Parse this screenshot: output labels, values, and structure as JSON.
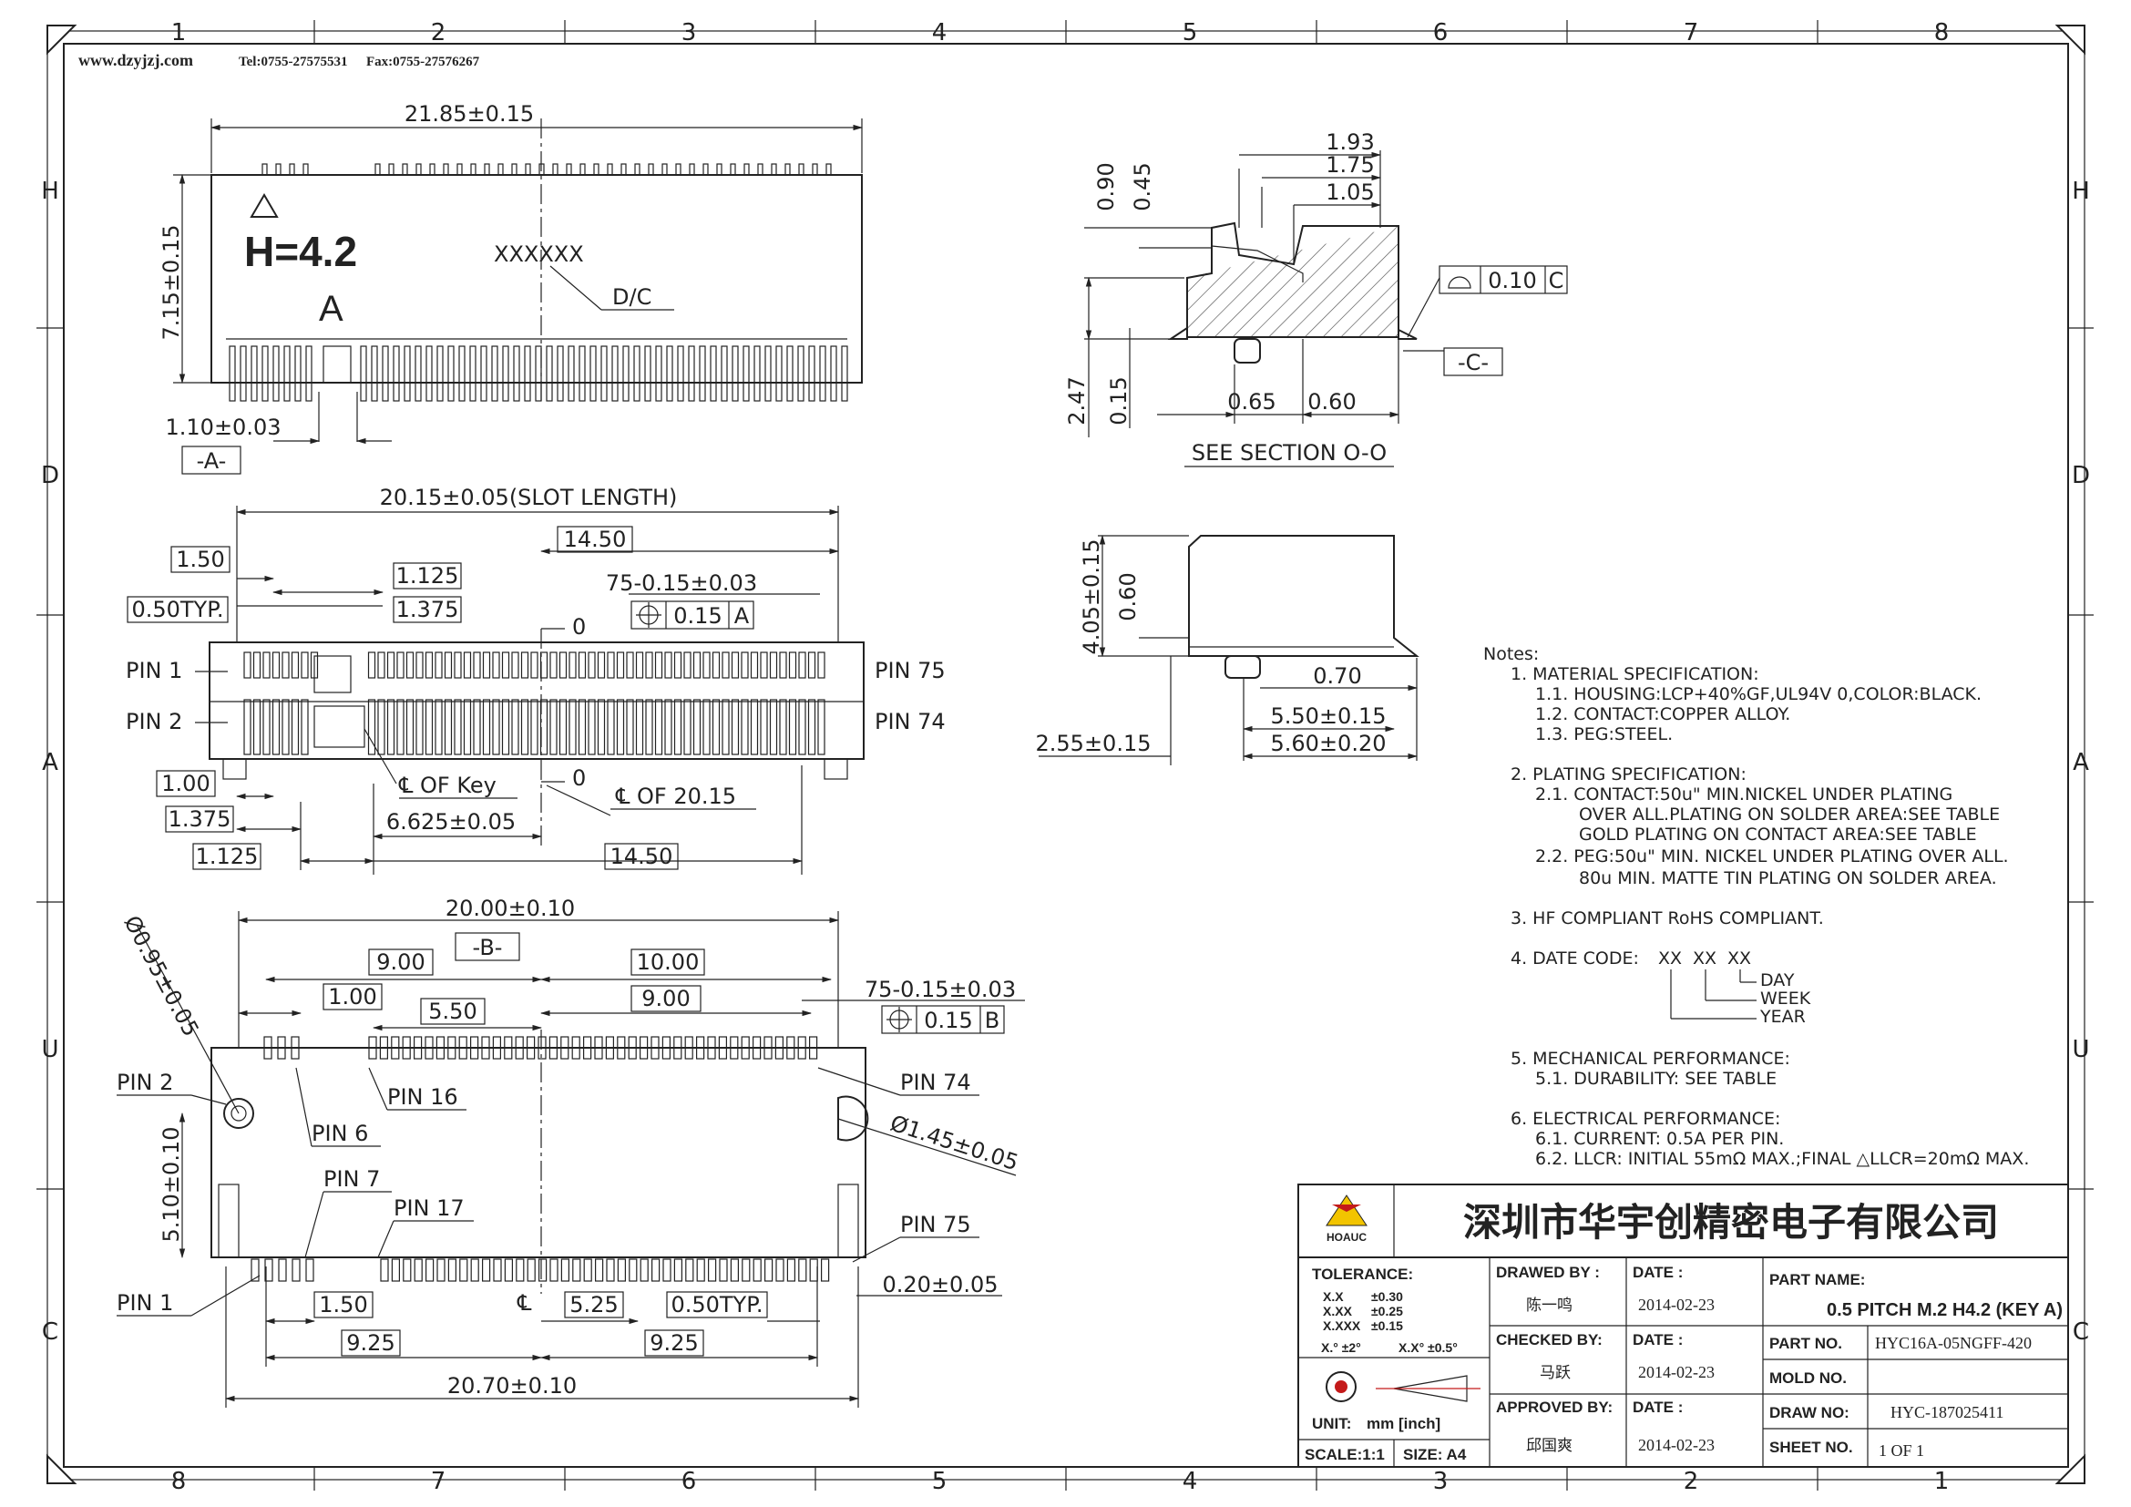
{
  "header": {
    "website": "www.dzyjzj.com",
    "tel": "Tel:0755-27575531",
    "fax": "Fax:0755-27576267"
  },
  "border": {
    "top_numbers": [
      "1",
      "2",
      "3",
      "4",
      "5",
      "6",
      "7",
      "8"
    ],
    "bottom_numbers": [
      "8",
      "7",
      "6",
      "5",
      "4",
      "3",
      "2",
      "1"
    ],
    "side_letters": [
      "H",
      "D",
      "A",
      "U",
      "C"
    ]
  },
  "view_top": {
    "width_dim": "21.85±0.15",
    "height_dim": "7.15±0.15",
    "height_marking": "H=4.2",
    "key_letter": "A",
    "mark_code": "XXXXXX",
    "date_code_label": "D/C",
    "offset_dim": "1.10±0.03",
    "datum": "-A-"
  },
  "view_front": {
    "slot_length": "20.15±0.05(SLOT LENGTH)",
    "d_14_50_top": "14.50",
    "d_1_50": "1.50",
    "d_1_125": "1.125",
    "d_0_50typ": "0.50TYP.",
    "d_1_375": "1.375",
    "pitch_dim": "75-0.15±0.03",
    "position_tol": "0.15",
    "position_datum": "A",
    "zero_top": "0",
    "pin1": "PIN  1",
    "pin2": "PIN  2",
    "pin75": "PIN  75",
    "pin74": "PIN  74",
    "key_center": "℄  OF  Key",
    "zero_bottom": "0",
    "slot_center": "℄  OF  20.15",
    "d_1_00": "1.00",
    "d_1_375_b": "1.375",
    "d_6_625": "6.625±0.05",
    "d_1_125_b": "1.125",
    "d_14_50_bottom": "14.50"
  },
  "view_section": {
    "d_1_93": "1.93",
    "d_1_75": "1.75",
    "d_1_05": "1.05",
    "d_0_90": "0.90",
    "d_0_45": "0.45",
    "flatness": "0.10",
    "flatness_datum": "C",
    "datum": "-C-",
    "d_2_47": "2.47",
    "d_0_15": "0.15",
    "d_0_65": "0.65",
    "d_0_60": "0.60",
    "section_label": "SEE  SECTION  O-O"
  },
  "view_side": {
    "d_4_05": "4.05±0.15",
    "d_0_60": "0.60",
    "d_0_70": "0.70",
    "d_5_50": "5.50±0.15",
    "d_2_55": "2.55±0.15",
    "d_5_60": "5.60±0.20"
  },
  "view_bottom": {
    "width_dim": "20.00±0.10",
    "datum": "-B-",
    "d_9_00_a": "9.00",
    "d_10_00": "10.00",
    "d_1_00": "1.00",
    "d_5_50": "5.50",
    "d_9_00_b": "9.00",
    "pitch_dim": "75-0.15±0.03",
    "position_tol": "0.15",
    "position_datum": "B",
    "hole_small": "Ø0.95±0.05",
    "hole_large": "Ø1.45±0.05",
    "pin2": "PIN  2",
    "pin16": "PIN  16",
    "pin6": "PIN  6",
    "pin74": "PIN  74",
    "pin7": "PIN  7",
    "pin17": "PIN  17",
    "pin75": "PIN  75",
    "pin1": "PIN  1",
    "d_5_10": "5.10±0.10",
    "d_1_50": "1.50",
    "center": "℄",
    "d_5_25": "5.25",
    "d_0_50typ": "0.50TYP.",
    "d_0_20": "0.20±0.05",
    "d_9_25_a": "9.25",
    "d_9_25_b": "9.25",
    "d_20_70": "20.70±0.10"
  },
  "notes": {
    "title": "Notes:",
    "lines": [
      "1.  MATERIAL  SPECIFICATION:",
      "1.1.  HOUSING:LCP+40%GF,UL94V  0,COLOR:BLACK.",
      "1.2.  CONTACT:COPPER  ALLOY.",
      "1.3.  PEG:STEEL.",
      "2.  PLATING  SPECIFICATION:",
      "2.1.  CONTACT:50u\"  MIN.NICKEL  UNDER  PLATING",
      "OVER  ALL.PLATING  ON  SOLDER  AREA:SEE  TABLE",
      "GOLD  PLATING  ON  CONTACT  AREA:SEE  TABLE",
      "2.2.  PEG:50u\"  MIN.  NICKEL  UNDER  PLATING  OVER  ALL.",
      "80u   MIN.  MATTE  TIN  PLATING  ON  SOLDER  AREA.",
      "3.  HF  COMPLIANT  RoHS  COMPLIANT.",
      "4.  DATE  CODE:",
      "5.  MECHANICAL  PERFORMANCE:",
      "5.1.  DURABILITY:  SEE  TABLE",
      "6.  ELECTRICAL  PERFORMANCE:",
      "6.1.  CURRENT:  0.5A  PER  PIN.",
      "6.2.  LLCR:  INITIAL  55mΩ  MAX.;FINAL  △LLCR=20mΩ  MAX."
    ],
    "date_code_xx": [
      "XX",
      "XX",
      "XX"
    ],
    "date_code_legend": [
      "DAY",
      "WEEK",
      "YEAR"
    ]
  },
  "title_block": {
    "company": "深圳市华宇创精密电子有限公司",
    "logo_text": "HOAUC",
    "tolerance_label": "TOLERANCE:",
    "tol_rows": [
      {
        "k": "X.X",
        "v": "±0.30"
      },
      {
        "k": "X.XX",
        "v": "±0.25"
      },
      {
        "k": "X.XXX",
        "v": "±0.15"
      }
    ],
    "angle_tol": [
      "X.° ±2°",
      "X.X° ±0.5°"
    ],
    "unit_label": "UNIT:",
    "unit_value": "mm  [inch]",
    "scale_label": "SCALE:1:1",
    "size_label": "SIZE:  A4",
    "drawn_label": "DRAWED  BY :",
    "drawn_value": "陈一鸣",
    "checked_label": "CHECKED  BY:",
    "checked_value": "马跃",
    "approved_label": "APPROVED  BY:",
    "approved_value": "邱国爽",
    "date_label": "DATE  :",
    "date_1": "2014-02-23",
    "date_2": "2014-02-23",
    "date_3": "2014-02-23",
    "part_name_label": "PART  NAME:",
    "part_name_value": "0.5 PITCH M.2 H4.2 (KEY A)",
    "part_no_label": "PART  NO.",
    "part_no_value": "HYC16A-05NGFF-420",
    "mold_no_label": "MOLD  NO.",
    "mold_no_value": "",
    "draw_no_label": "DRAW  NO:",
    "draw_no_value": "HYC-187025411",
    "sheet_no_label": "SHEET  NO.",
    "sheet_no_value": "1  OF  1"
  },
  "colors": {
    "line": "#222222",
    "logo_yellow": "#f2c400",
    "logo_red": "#c41a1a"
  }
}
